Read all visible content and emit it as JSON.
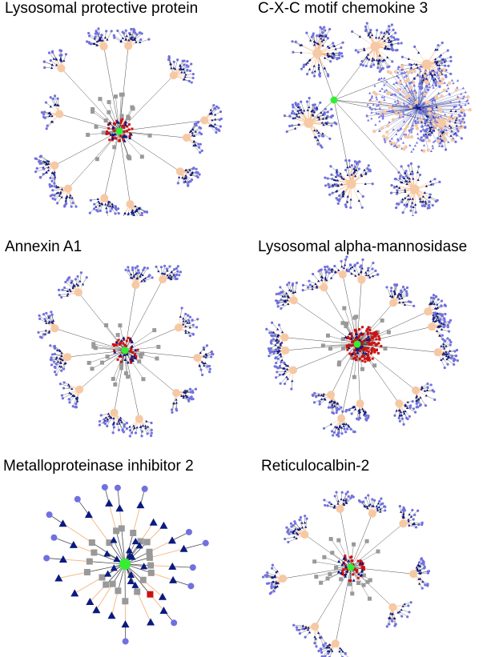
{
  "colors": {
    "hub": "#33ee33",
    "red_node": "#cc1111",
    "gray_node": "#999999",
    "triangle_node": "#0a1a80",
    "circle_node": "#7070e0",
    "cluster_center": "#f5c9a4",
    "edge_dark": "#222222",
    "edge_orange": "#f4a96b"
  },
  "panels": [
    {
      "id": "lysosomal-protective-protein",
      "title": "Lysosomal protective protein",
      "style": "hub_clusters",
      "seed": 11,
      "clusters": 12
    },
    {
      "id": "cxc-motif-chemokine-3",
      "title": "C-X-C motif chemokine 3",
      "style": "dense_clusters",
      "seed": 23,
      "clusters": 7
    },
    {
      "id": "annexin-a1",
      "title": "Annexin A1",
      "style": "hub_clusters",
      "seed": 37,
      "clusters": 11
    },
    {
      "id": "lysosomal-alpha-mannosidase",
      "title": "Lysosomal alpha-mannosidase",
      "style": "mannosidase",
      "seed": 41,
      "clusters": 16
    },
    {
      "id": "metalloproteinase-inhibitor-2",
      "title": "Metalloproteinase inhibitor 2",
      "style": "sparse",
      "seed": 53,
      "clusters": 0
    },
    {
      "id": "reticulocalbin-2",
      "title": "Reticulocalbin-2",
      "style": "hub_clusters",
      "seed": 67,
      "clusters": 9
    }
  ]
}
